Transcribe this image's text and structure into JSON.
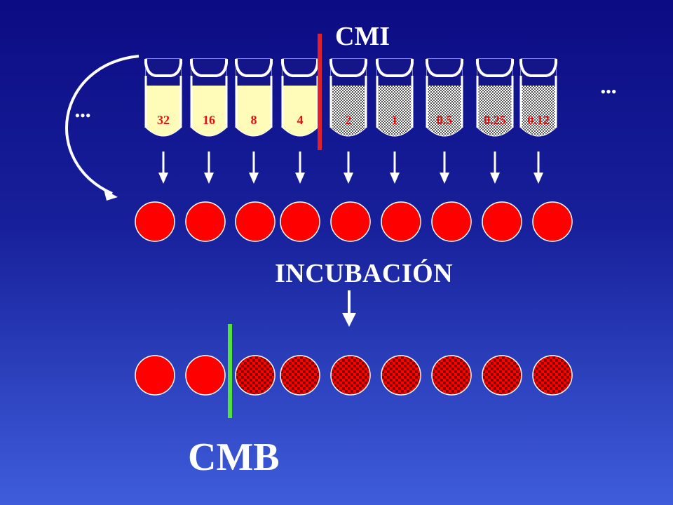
{
  "labels": {
    "cmi": "CMI",
    "incubation": "INCUBACIÓN",
    "cmb": "CMB"
  },
  "ellipsis": "•••",
  "tubes": [
    {
      "concentration": "32",
      "growth": false
    },
    {
      "concentration": "16",
      "growth": false
    },
    {
      "concentration": "8",
      "growth": false
    },
    {
      "concentration": "4",
      "growth": false
    },
    {
      "concentration": "2",
      "growth": true
    },
    {
      "concentration": "1",
      "growth": true
    },
    {
      "concentration": "0.5",
      "growth": true
    },
    {
      "concentration": "0.25",
      "growth": true
    },
    {
      "concentration": "0.12",
      "growth": true
    }
  ],
  "plates_after_incubation": [
    {
      "colonies": false
    },
    {
      "colonies": false
    },
    {
      "colonies": true
    },
    {
      "colonies": true
    },
    {
      "colonies": true
    },
    {
      "colonies": true
    },
    {
      "colonies": true
    },
    {
      "colonies": true
    },
    {
      "colonies": true
    }
  ],
  "colors": {
    "tube_clear": "#fffbb8",
    "tube_turbid_pattern": "#5c5c5c",
    "tube_cap": "#ffffff",
    "plate": "#ff0000",
    "colony": "#8a0000",
    "cmi_line": "#e0202c",
    "cmb_line": "#54e040",
    "concentration_text": "#e81010"
  },
  "icons": {
    "curved_arrow": "curved-return-arrow-icon",
    "down_arrow": "down-arrow-icon"
  }
}
